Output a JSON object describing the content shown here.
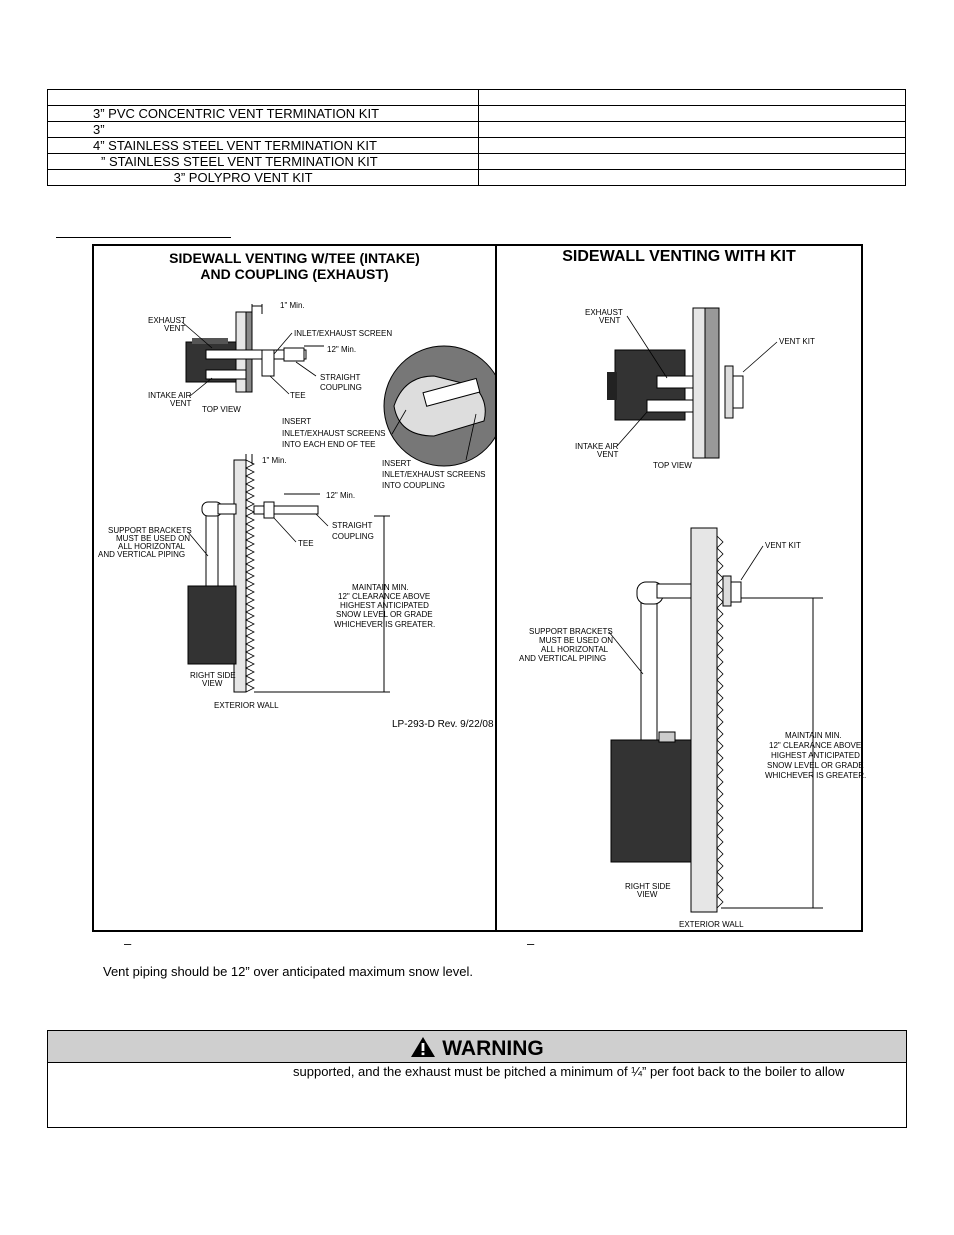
{
  "kit_table": {
    "header": [
      "",
      ""
    ],
    "rows": [
      {
        "label": "3” PVC CONCENTRIC VENT TERMINATION KIT",
        "value": ""
      },
      {
        "label": "3”",
        "value": ""
      },
      {
        "label": "4” STAINLESS STEEL VENT TERMINATION KIT",
        "value": ""
      },
      {
        "label": "” STAINLESS STEEL VENT TERMINATION KIT",
        "value": ""
      },
      {
        "label": "3” POLYPRO VENT KIT",
        "value": ""
      }
    ]
  },
  "figure_left": {
    "title_line1": "SIDEWALL VENTING W/TEE (INTAKE)",
    "title_line2": "AND COUPLING (EXHAUST)",
    "exhaust_vent_1": "EXHAUST",
    "exhaust_vent_2": "VENT",
    "intake_vent_1": "INTAKE AIR",
    "intake_vent_2": "VENT",
    "top_view": "TOP VIEW",
    "one_min": "1\" Min.",
    "twelve_min": "12\" Min.",
    "screen": "INLET/EXHAUST SCREEN",
    "straight_1": "STRAIGHT",
    "straight_2": "COUPLING",
    "tee": "TEE",
    "insert_tee_1": "INSERT",
    "insert_tee_2": "INLET/EXHAUST SCREENS",
    "insert_tee_3": "INTO EACH END OF TEE",
    "insert_cpl_1": "INSERT",
    "insert_cpl_2": "INLET/EXHAUST SCREENS",
    "insert_cpl_3": "INTO COUPLING",
    "support_1": "SUPPORT BRACKETS",
    "support_2": "MUST BE USED ON",
    "support_3": "ALL HORIZONTAL",
    "support_4": "AND VERTICAL PIPING",
    "maintain_1": "MAINTAIN MIN.",
    "maintain_2": "12\" CLEARANCE ABOVE",
    "maintain_3": "HIGHEST ANTICIPATED",
    "maintain_4": "SNOW LEVEL OR GRADE",
    "maintain_5": "WHICHEVER IS GREATER.",
    "right_side_1": "RIGHT SIDE",
    "right_side_2": "VIEW",
    "exterior_wall": "EXTERIOR WALL",
    "drawing_no": "LP-293-D Rev. 9/22/08",
    "caption_dash": "–"
  },
  "figure_right": {
    "title": "SIDEWALL VENTING WITH KIT",
    "exhaust_vent_1": "EXHAUST",
    "exhaust_vent_2": "VENT",
    "vent_kit": "VENT KIT",
    "intake_vent_1": "INTAKE AIR",
    "intake_vent_2": "VENT",
    "top_view": "TOP VIEW",
    "support_1": "SUPPORT BRACKETS",
    "support_2": "MUST BE USED ON",
    "support_3": "ALL HORIZONTAL",
    "support_4": "AND VERTICAL PIPING",
    "maintain_1": "MAINTAIN MIN.",
    "maintain_2": "12\" CLEARANCE ABOVE",
    "maintain_3": "HIGHEST ANTICIPATED",
    "maintain_4": "SNOW LEVEL OR GRADE",
    "maintain_5": "WHICHEVER IS GREATER.",
    "right_side_1": "RIGHT SIDE",
    "right_side_2": "VIEW",
    "exterior_wall": "EXTERIOR WALL",
    "caption_dash": "–"
  },
  "snow_note": "Vent piping should be 12” over anticipated maximum snow level.",
  "warning": {
    "title": "WARNING",
    "text": "supported, and the exhaust must be pitched a minimum of ¼” per foot back to the boiler to allow"
  }
}
